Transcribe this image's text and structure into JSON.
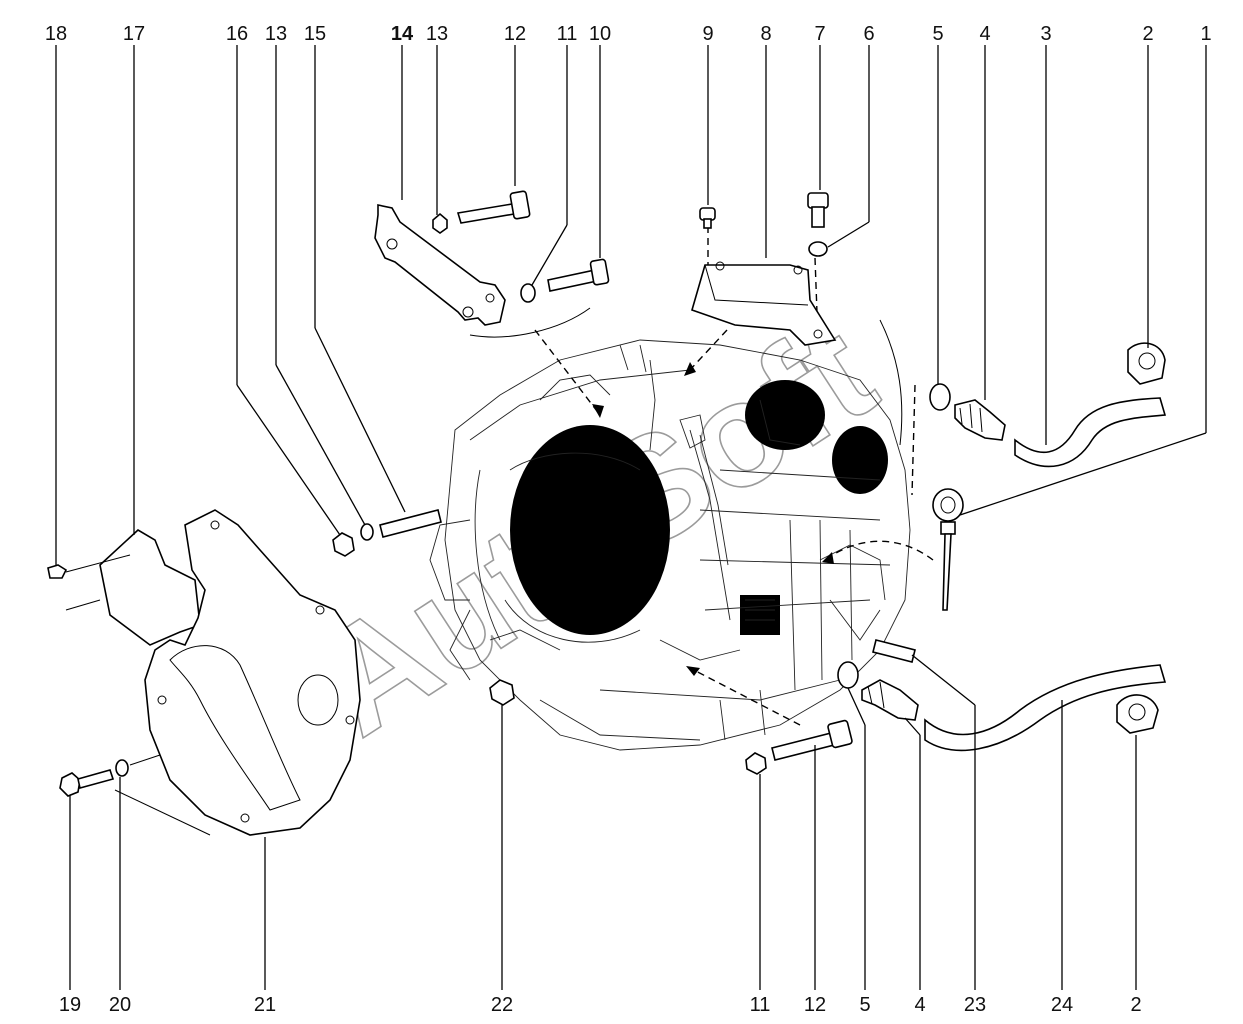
{
  "diagram": {
    "watermark": "AutoSoft",
    "callouts_top": [
      "18",
      "17",
      "16",
      "13",
      "15",
      "14",
      "13",
      "12",
      "11",
      "10",
      "9",
      "8",
      "7",
      "6",
      "5",
      "4",
      "3",
      "2",
      "1"
    ],
    "callouts_bottom": [
      "19",
      "20",
      "21",
      "22",
      "11",
      "12",
      "5",
      "4",
      "23",
      "24",
      "2"
    ]
  }
}
